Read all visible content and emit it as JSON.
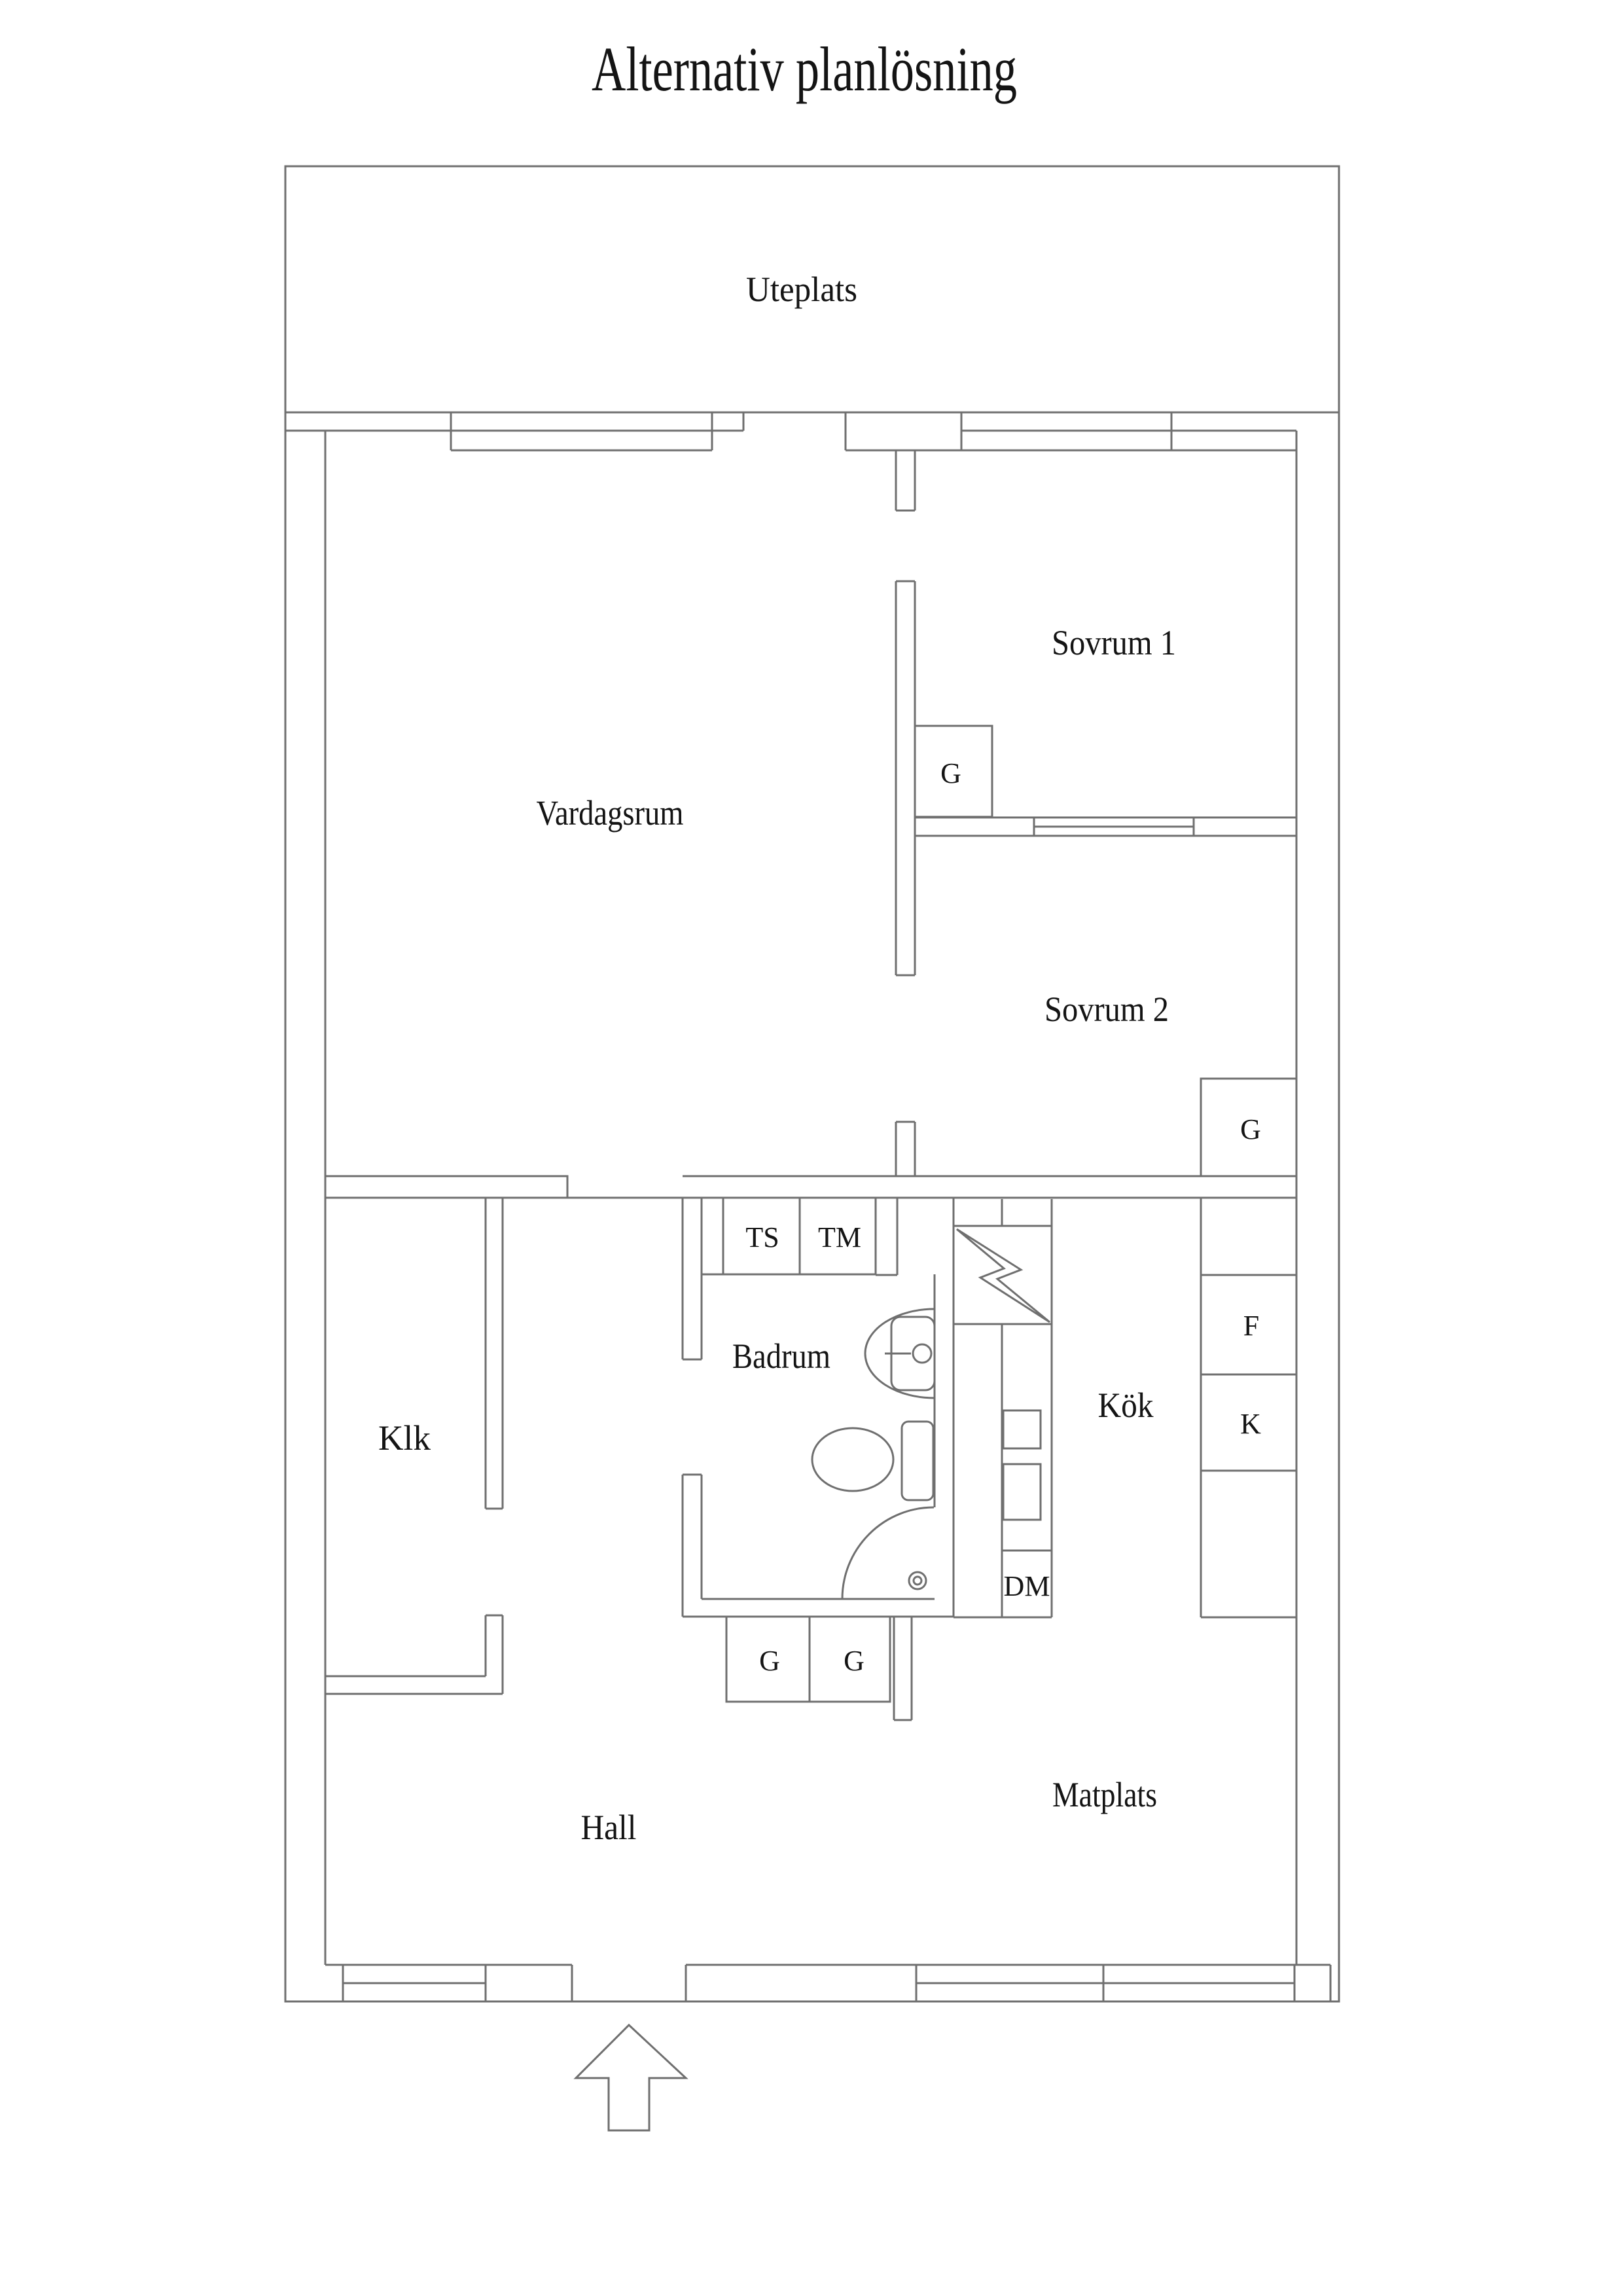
{
  "title": "Alternativ planlösning",
  "colors": {
    "wall_line": "#6f6f6f",
    "text": "#141414",
    "background": "#ffffff"
  },
  "rooms": {
    "uteplats": "Uteplats",
    "vardagsrum": "Vardagsrum",
    "sovrum1": "Sovrum 1",
    "sovrum2": "Sovrum 2",
    "klk": "Klk",
    "badrum": "Badrum",
    "kok": "Kök",
    "hall": "Hall",
    "matplats": "Matplats"
  },
  "fixtures": {
    "garderob": "G",
    "torkskap": "TS",
    "tvattmaskin": "TM",
    "frys": "F",
    "kyl": "K",
    "diskmaskin": "DM"
  }
}
